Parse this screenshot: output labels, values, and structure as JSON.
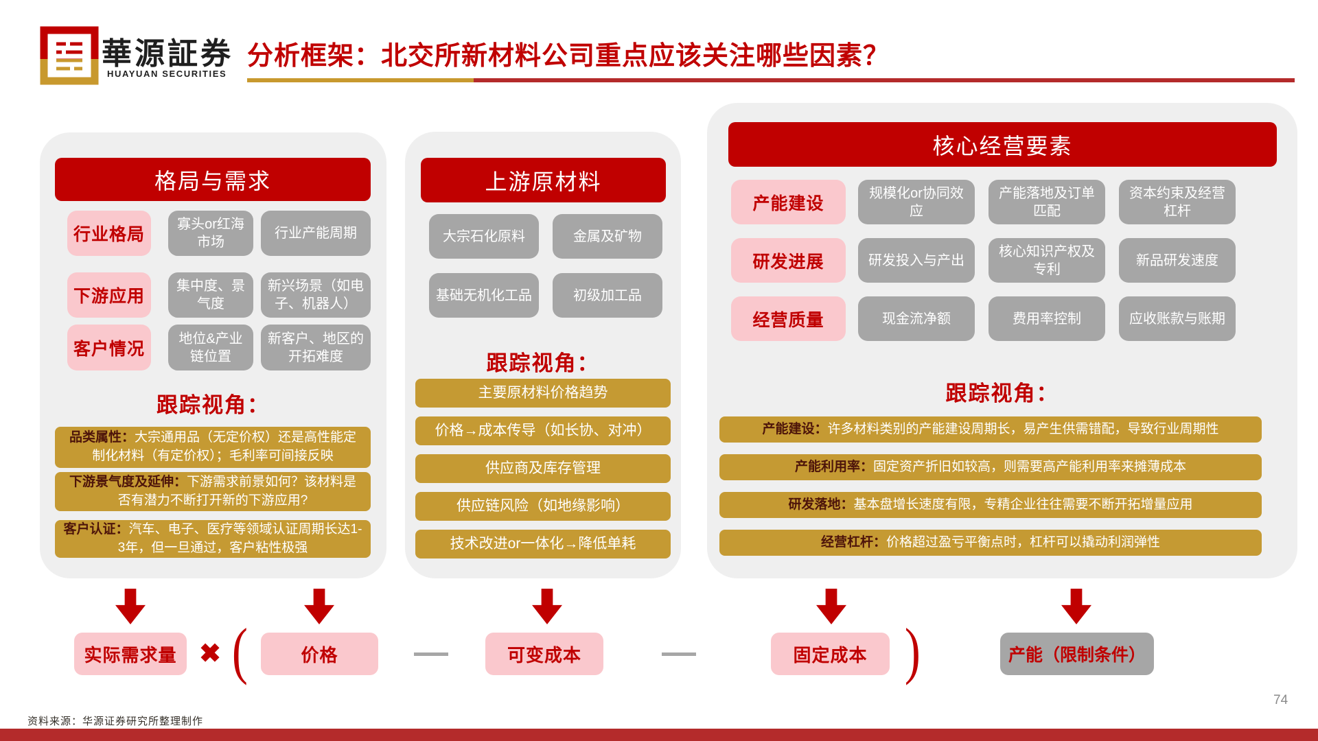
{
  "header": {
    "logo_cn": "華源証券",
    "logo_en": "HUAYUAN SECURITIES",
    "title": "分析框架：北交所新材料公司重点应该关注哪些因素？"
  },
  "left_panel": {
    "title": "格局与需求",
    "rows": [
      {
        "label": "行业格局",
        "items": [
          "寡头or红海市场",
          "行业产能周期"
        ]
      },
      {
        "label": "下游应用",
        "items": [
          "集中度、景气度",
          "新兴场景（如电子、机器人）"
        ]
      },
      {
        "label": "客户情况",
        "items": [
          "地位&产业链位置",
          "新客户、地区的开拓难度"
        ]
      }
    ],
    "tracking_title": "跟踪视角：",
    "tracking": [
      {
        "lead": "品类属性：",
        "text": "大宗通用品（无定价权）还是高性能定制化材料（有定价权）；毛利率可间接反映"
      },
      {
        "lead": "下游景气度及延伸：",
        "text": "下游需求前景如何？该材料是否有潜力不断打开新的下游应用?"
      },
      {
        "lead": "客户认证：",
        "text": "汽车、电子、医疗等领域认证周期长达1-3年，但一旦通过，客户粘性极强"
      }
    ]
  },
  "middle_panel": {
    "title": "上游原材料",
    "materials": [
      "大宗石化原料",
      "金属及矿物",
      "基础无机化工品",
      "初级加工品"
    ],
    "tracking_title": "跟踪视角：",
    "tracking": [
      "主要原材料价格趋势",
      "价格→成本传导（如长协、对冲）",
      "供应商及库存管理",
      "供应链风险（如地缘影响）",
      "技术改进or一体化→降低单耗"
    ]
  },
  "right_panel": {
    "title": "核心经营要素",
    "rows": [
      {
        "label": "产能建设",
        "items": [
          "规模化or协同效应",
          "产能落地及订单匹配",
          "资本约束及经营杠杆"
        ]
      },
      {
        "label": "研发进展",
        "items": [
          "研发投入与产出",
          "核心知识产权及专利",
          "新品研发速度"
        ]
      },
      {
        "label": "经营质量",
        "items": [
          "现金流净额",
          "费用率控制",
          "应收账款与账期"
        ]
      }
    ],
    "tracking_title": "跟踪视角：",
    "tracking": [
      {
        "lead": "产能建设：",
        "text": "许多材料类别的产能建设周期长，易产生供需错配，导致行业周期性"
      },
      {
        "lead": "产能利用率：",
        "text": "固定资产折旧如较高，则需要高产能利用率来摊薄成本"
      },
      {
        "lead": "研发落地：",
        "text": "基本盘增长速度有限，专精企业往往需要不断开拓增量应用"
      },
      {
        "lead": "经营杠杆：",
        "text": "价格超过盈亏平衡点时，杠杆可以撬动利润弹性"
      }
    ]
  },
  "formula": {
    "demand": "实际需求量",
    "multiply": "✖",
    "open_paren": "(",
    "price": "价格",
    "minus": "—",
    "variable_cost": "可变成本",
    "fixed_cost": "固定成本",
    "close_paren": ")",
    "capacity": "产能（限制条件）"
  },
  "footer": {
    "source": "资料来源：华源证券研究所整理制作",
    "page": "74"
  },
  "colors": {
    "red": "#C00000",
    "pink": "#FAC8CD",
    "gray": "#A6A6A6",
    "gold": "#C59A33",
    "panel_bg": "#EFEFEF"
  }
}
